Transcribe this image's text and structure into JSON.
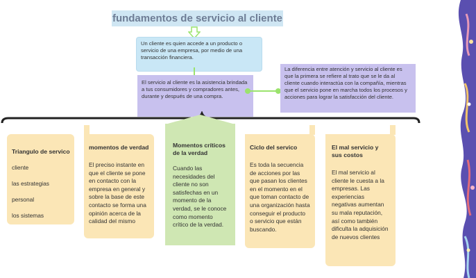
{
  "title": "fundamentos de servicio al cliente",
  "definition": "Un cliente es quien accede a un producto o servicio de una empresa, por medio de una transacción financiera.",
  "service": "El servicio al cliente es la asistencia brindada a tus consumidores  y compradores antes, durante y después de una compra.",
  "difference": "La diferencia entre atención y servicio al cliente es que la primera se refiere al trato que se le da al cliente cuando interactúa con la compañía, mientras que el servicio pone en marcha todos los procesos y acciones para lograr la satisfacción del cliente.",
  "cards": [
    {
      "title": "Triangulo de servico",
      "items": [
        "cliente",
        "las estrategias",
        "personal",
        "los sistemas"
      ]
    },
    {
      "title": "momentos de verdad",
      "body": "El preciso instante en que el cliente se pone en contacto con la empresa en general  y sobre la base de este contacto se forma una opinión acerca de la calidad del mismo"
    },
    {
      "title": "Momentos críticos de la verdad",
      "body": "Cuando las necesidades del cliente no son satisfechas en un momento de la verdad, se le conoce como momento crítico de la verdad."
    },
    {
      "title": "Ciclo del servico",
      "body": "Es toda la secuencia de acciones por las que pasan los clientes en el momento en el que toman contacto de una organización hasta conseguir el producto o servicio que están buscando."
    },
    {
      "title": "El mal servicio y sus costos",
      "body": "El mal servicio al cliente le cuesta a la  empresas. Las experiencias negativas aumentan su mala reputación, así como también dificulta la adquisición de nuevos clientes"
    }
  ],
  "colors": {
    "title_bg": "#cfe6f3",
    "definition_bg": "#c9e7f6",
    "purple_box": "#c8c1ee",
    "card_yellow": "#fbe6b6",
    "card_green": "#cfe7b3",
    "connector_green": "#9be36d"
  }
}
